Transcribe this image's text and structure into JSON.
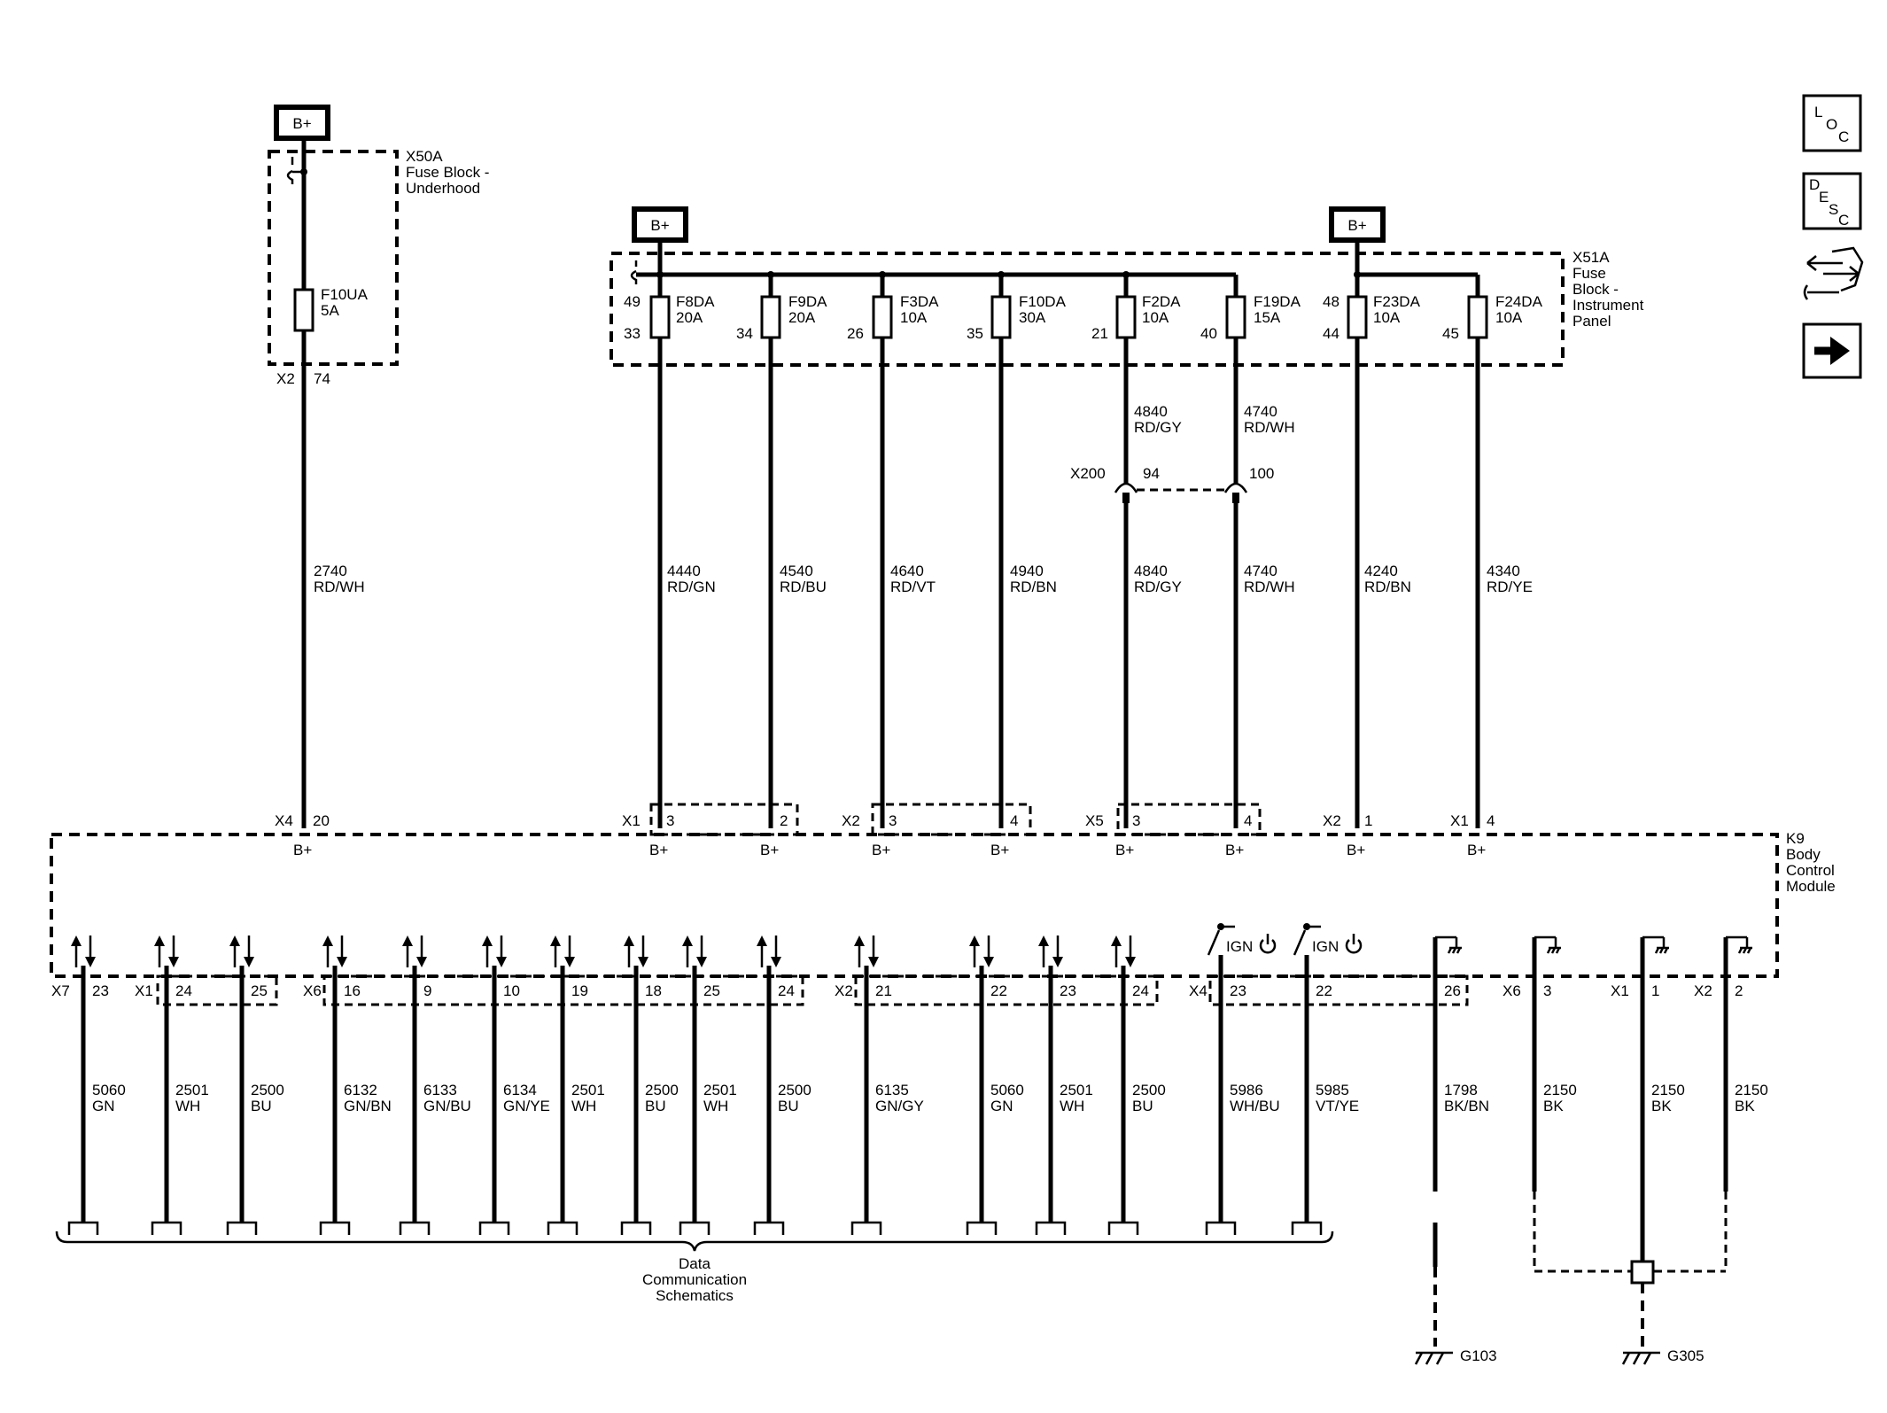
{
  "nav": {
    "loc": {
      "l1": "L",
      "l2": "O",
      "l3": "C"
    },
    "desc": {
      "l1": "D",
      "l2": "E",
      "l3": "S",
      "l4": "C"
    }
  },
  "bplus": "B+",
  "x50a": {
    "lines": [
      "X50A",
      "Fuse Block -",
      "Underhood"
    ],
    "fuse": [
      "F10UA",
      "5A"
    ],
    "conn": "X2",
    "pin": "74"
  },
  "x51a": {
    "lines": [
      "X51A",
      "Fuse",
      "Block -",
      "Instrument",
      "Panel"
    ],
    "pin49": "49",
    "pin48": "48",
    "fuses": [
      {
        "name": "F8DA",
        "amp": "20A",
        "pin": "33"
      },
      {
        "name": "F9DA",
        "amp": "20A",
        "pin": "34"
      },
      {
        "name": "F3DA",
        "amp": "10A",
        "pin": "26"
      },
      {
        "name": "F10DA",
        "amp": "30A",
        "pin": "35"
      },
      {
        "name": "F2DA",
        "amp": "10A",
        "pin": "21"
      },
      {
        "name": "F19DA",
        "amp": "15A",
        "pin": "40"
      },
      {
        "name": "F23DA",
        "amp": "10A",
        "pin": "44"
      },
      {
        "name": "F24DA",
        "amp": "10A",
        "pin": "45"
      }
    ]
  },
  "x200": {
    "name": "X200",
    "pin1": "94",
    "pin2": "100",
    "upper": [
      {
        "circuit": "4840",
        "color": "RD/GY"
      },
      {
        "circuit": "4740",
        "color": "RD/WH"
      }
    ]
  },
  "top_wires": [
    {
      "circuit": "2740",
      "color": "RD/WH"
    },
    {
      "circuit": "4440",
      "color": "RD/GN"
    },
    {
      "circuit": "4540",
      "color": "RD/BU"
    },
    {
      "circuit": "4640",
      "color": "RD/VT"
    },
    {
      "circuit": "4940",
      "color": "RD/BN"
    },
    {
      "circuit": "4840",
      "color": "RD/GY"
    },
    {
      "circuit": "4740",
      "color": "RD/WH"
    },
    {
      "circuit": "4240",
      "color": "RD/BN"
    },
    {
      "circuit": "4340",
      "color": "RD/YE"
    }
  ],
  "module_top_pins": [
    {
      "conn": "X4",
      "pin": "20",
      "label": "B+"
    },
    {
      "conn": "X1",
      "pin": "3",
      "label": "B+"
    },
    {
      "conn": "",
      "pin": "2",
      "label": "B+"
    },
    {
      "conn": "X2",
      "pin": "3",
      "label": "B+"
    },
    {
      "conn": "",
      "pin": "4",
      "label": "B+"
    },
    {
      "conn": "X5",
      "pin": "3",
      "label": "B+"
    },
    {
      "conn": "",
      "pin": "4",
      "label": "B+"
    },
    {
      "conn": "X2",
      "pin": "1",
      "label": "B+"
    },
    {
      "conn": "X1",
      "pin": "4",
      "label": "B+"
    }
  ],
  "module": {
    "lines": [
      "K9",
      "Body",
      "Control",
      "Module"
    ]
  },
  "ign": "IGN",
  "bottom_wires": [
    {
      "conn": "X7",
      "pin": "23",
      "circuit": "5060",
      "color": "GN"
    },
    {
      "conn": "X1",
      "pin": "24",
      "circuit": "2501",
      "color": "WH"
    },
    {
      "conn": "",
      "pin": "25",
      "circuit": "2500",
      "color": "BU"
    },
    {
      "conn": "X6",
      "pin": "16",
      "circuit": "6132",
      "color": "GN/BN"
    },
    {
      "conn": "",
      "pin": "9",
      "circuit": "6133",
      "color": "GN/BU"
    },
    {
      "conn": "",
      "pin": "10",
      "circuit": "6134",
      "color": "GN/YE"
    },
    {
      "conn": "",
      "pin": "19",
      "circuit": "2501",
      "color": "WH"
    },
    {
      "conn": "",
      "pin": "18",
      "circuit": "2500",
      "color": "BU"
    },
    {
      "conn": "",
      "pin": "25",
      "circuit": "2501",
      "color": "WH"
    },
    {
      "conn": "",
      "pin": "24",
      "circuit": "2500",
      "color": "BU"
    },
    {
      "conn": "X2",
      "pin": "21",
      "circuit": "6135",
      "color": "GN/GY"
    },
    {
      "conn": "",
      "pin": "22",
      "circuit": "5060",
      "color": "GN"
    },
    {
      "conn": "",
      "pin": "23",
      "circuit": "2501",
      "color": "WH"
    },
    {
      "conn": "",
      "pin": "24",
      "circuit": "2500",
      "color": "BU"
    },
    {
      "conn": "X4",
      "pin": "23",
      "circuit": "5986",
      "color": "WH/BU"
    },
    {
      "conn": "",
      "pin": "22",
      "circuit": "5985",
      "color": "VT/YE"
    },
    {
      "conn": "",
      "pin": "26",
      "circuit": "1798",
      "color": "BK/BN"
    },
    {
      "conn": "X6",
      "pin": "3",
      "circuit": "2150",
      "color": "BK"
    },
    {
      "conn": "X1",
      "pin": "1",
      "circuit": "2150",
      "color": "BK"
    },
    {
      "conn": "X2",
      "pin": "2",
      "circuit": "2150",
      "color": "BK"
    }
  ],
  "data_comm": [
    "Data",
    "Communication",
    "Schematics"
  ],
  "grounds": [
    "G103",
    "G305"
  ]
}
